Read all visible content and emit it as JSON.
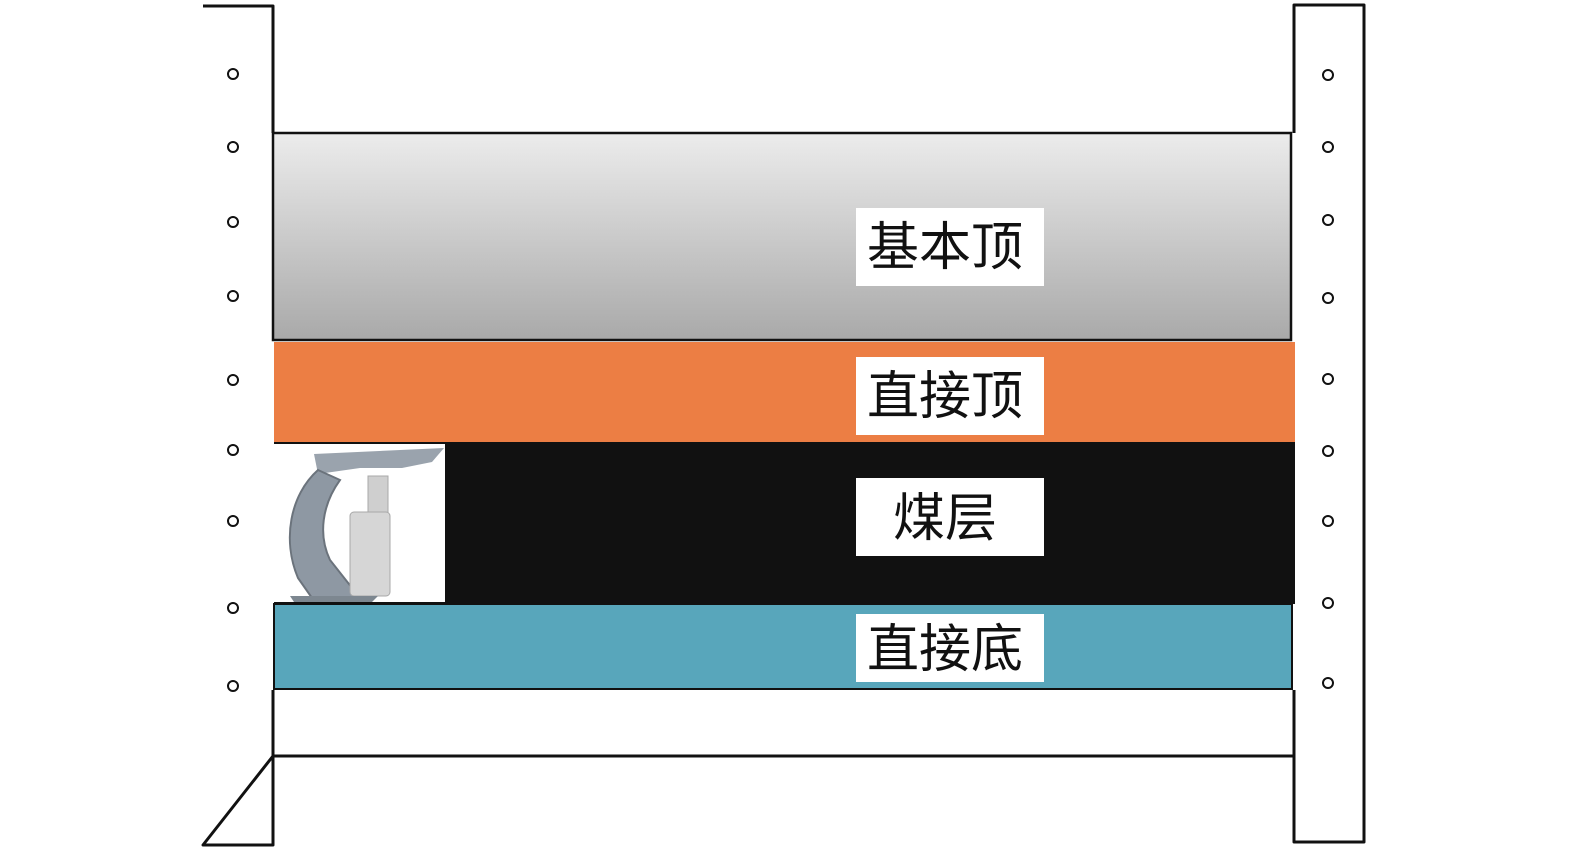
{
  "diagram": {
    "layers": [
      {
        "id": "main-roof",
        "label": "基本顶",
        "color": "#d2d2d2"
      },
      {
        "id": "immediate-roof",
        "label": "直接顶",
        "color": "#ec7e44"
      },
      {
        "id": "coal-seam",
        "label": "煤层",
        "color": "#111111"
      },
      {
        "id": "immediate-floor",
        "label": "直接底",
        "color": "#58a6bb"
      }
    ],
    "support_icon": "hydraulic-support-icon"
  }
}
